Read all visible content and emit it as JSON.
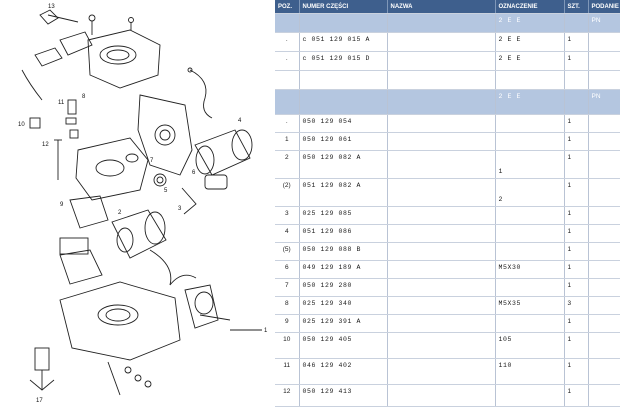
{
  "table": {
    "headers": [
      "POZ.",
      "NUMER CZĘŚCI",
      "NAZWA",
      "OZNACZENIE",
      "SZT.",
      "PODANIE"
    ],
    "section1_header": {
      "oznaczenie": "2 E E",
      "podanie": "PN"
    },
    "section2_header": {
      "oznaczenie": "2 E E",
      "podanie": "PN"
    },
    "rows1": [
      {
        "poz": ".",
        "numer": "c 051 129 015 A",
        "oznaczenie": "2 E E",
        "szt": "1"
      },
      {
        "poz": ".",
        "numer": "c 051 129 015 D",
        "oznaczenie": "2 E E",
        "szt": "1"
      }
    ],
    "rows2": [
      {
        "poz": ".",
        "numer": "050 129 054",
        "oznaczenie": "",
        "szt": "1"
      },
      {
        "poz": "1",
        "numer": "050 129 061",
        "oznaczenie": "",
        "szt": "1"
      },
      {
        "poz": "2",
        "numer": "050 129 082 A",
        "oznaczenie": "1",
        "szt": "1"
      },
      {
        "poz": "(2)",
        "numer": "051 129 082 A",
        "oznaczenie": "2",
        "szt": "1"
      },
      {
        "poz": "3",
        "numer": "025 129 085",
        "oznaczenie": "",
        "szt": "1"
      },
      {
        "poz": "4",
        "numer": "051 129 086",
        "oznaczenie": "",
        "szt": "1"
      },
      {
        "poz": "(5)",
        "numer": "050 129 088 B",
        "oznaczenie": "",
        "szt": "1"
      },
      {
        "poz": "6",
        "numer": "049 129 189 A",
        "oznaczenie": "M5X30",
        "szt": "1"
      },
      {
        "poz": "7",
        "numer": "050 129 280",
        "oznaczenie": "",
        "szt": "1"
      },
      {
        "poz": "8",
        "numer": "025 129 340",
        "oznaczenie": "M5X35",
        "szt": "3"
      },
      {
        "poz": "9",
        "numer": "025 129 391 A",
        "oznaczenie": "",
        "szt": "1"
      },
      {
        "poz": "10",
        "numer": "050 129 405",
        "oznaczenie": "105",
        "szt": "1"
      },
      {
        "poz": "11",
        "numer": "046 129 402",
        "oznaczenie": "110",
        "szt": "1"
      },
      {
        "poz": "12",
        "numer": "050 129 413",
        "oznaczenie": "",
        "szt": "1"
      }
    ]
  },
  "diagram": {
    "callouts": [
      "13",
      "10",
      "11",
      "12",
      "8",
      "7",
      "9",
      "2",
      "3",
      "4",
      "5",
      "6",
      "1",
      "17"
    ]
  }
}
